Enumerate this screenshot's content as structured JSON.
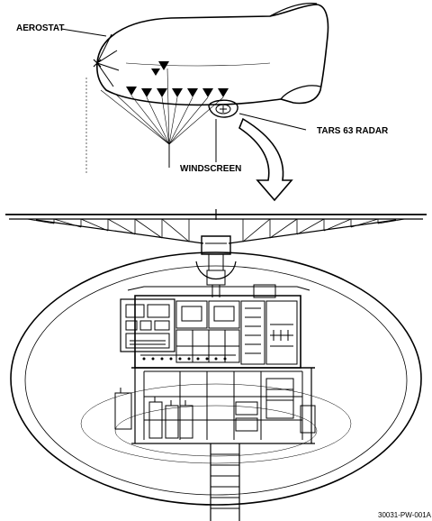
{
  "labels": {
    "aerostat": "AEROSTAT",
    "radar": "TARS 63 RADAR",
    "windscreen": "WINDSCREEN",
    "figure_code": "30031-PW-001A"
  }
}
